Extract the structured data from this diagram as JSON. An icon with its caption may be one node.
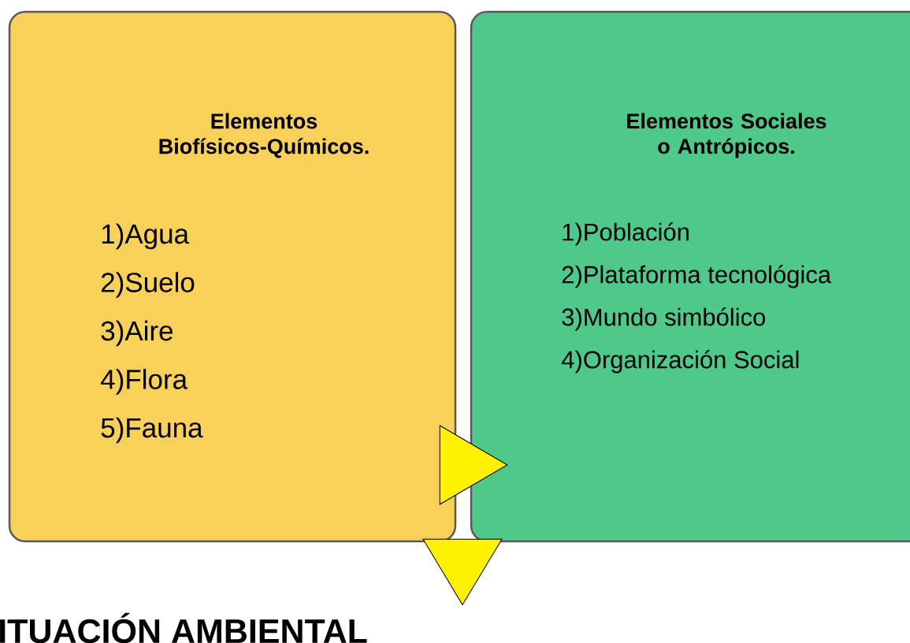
{
  "diagram": {
    "nodes": [
      {
        "text": [
          "Elementos Biofísicos-Químicos.",
          "1)Agua",
          "2)Suelo",
          "3)Aire",
          "4)Flora",
          "5)Fauna"
        ]
      },
      {
        "text": [
          "Elementos Sociales o Antrópicos.",
          "1)Población",
          "2)Plataforma tecnológica",
          "3)Mundo simbólico",
          "4)Organización Social"
        ]
      },
      {
        "text": [
          "ITUACIÓN AMBIENTAL"
        ]
      }
    ],
    "edges": [
      {
        "from": 0,
        "to": 1,
        "arrow": "to"
      },
      {
        "from": 0,
        "to": 2,
        "arrow": "to"
      }
    ]
  }
}
